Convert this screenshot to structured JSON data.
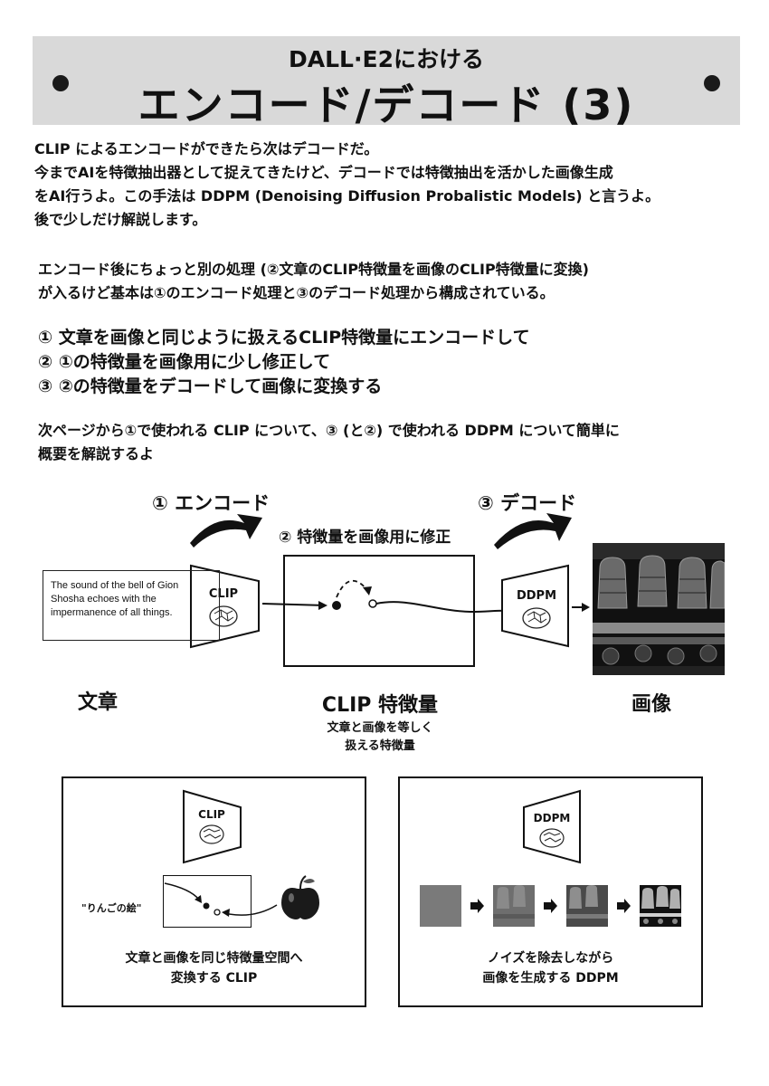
{
  "title": {
    "subtitle": "DALL·E2における",
    "main": "エンコード/デコード (3)"
  },
  "intro": {
    "line1": "CLIP によるエンコードができたら次はデコードだ。",
    "line2": "今までAIを特徴抽出器として捉えてきたけど、デコードでは特徴抽出を活かした画像生成",
    "line3": "をAI行うよ。この手法は DDPM (Denoising Diffusion Probalistic Models) と言うよ。",
    "line4": "後で少しだけ解説します。"
  },
  "process": {
    "line1": "エンコード後にちょっと別の処理 (②文章のCLIP特徴量を画像のCLIP特徴量に変換)",
    "line2": "が入るけど基本は①のエンコード処理と③のデコード処理から構成されている。"
  },
  "steps": [
    "① 文章を画像と同じように扱えるCLIP特徴量にエンコードして",
    "② ①の特徴量を画像用に少し修正して",
    "③ ②の特徴量をデコードして画像に変換する"
  ],
  "next": {
    "line1": "次ページから①で使われる CLIP について、③ (と②) で使われる DDPM について簡単に",
    "line2": "概要を解説するよ"
  },
  "diagram": {
    "encode_label": "① エンコード",
    "decode_label": "③ デコード",
    "modify_label": "② 特徴量を画像用に修正",
    "input_text": "The sound of the bell of Gion Shosha echoes with the impermanence of all things.",
    "clip_label": "CLIP",
    "ddpm_label": "DDPM",
    "caption_text": "文章",
    "caption_feature": "CLIP 特徴量",
    "caption_feature_sub1": "文章と画像を等しく",
    "caption_feature_sub2": "扱える特徴量",
    "caption_image": "画像"
  },
  "panel_clip": {
    "model_label": "CLIP",
    "ringo_label": "\"りんごの絵\"",
    "caption1": "文章と画像を同じ特徴量空間へ",
    "caption2": "変換する CLIP"
  },
  "panel_ddpm": {
    "model_label": "DDPM",
    "caption1": "ノイズを除去しながら",
    "caption2": "画像を生成する DDPM"
  }
}
